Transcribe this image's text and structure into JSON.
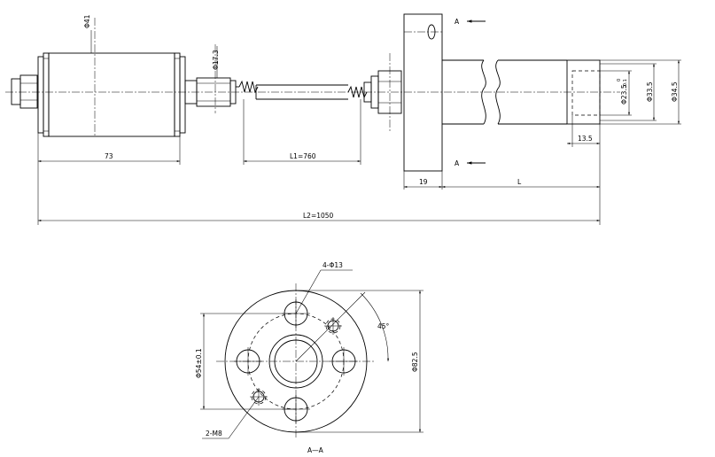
{
  "dimensions": {
    "dia_41": "Φ41",
    "dia_17_3": "Φ17.3",
    "len_73": "73",
    "len_l1": "L1=760",
    "len_19": "19",
    "len_l": "L",
    "len_l2": "L2=1050",
    "len_13_5": "13.5",
    "dia_23_5": "Φ23.5",
    "tol_upper": "0",
    "tol_lower": "-0.1",
    "dia_33_5": "Φ33.5",
    "dia_34_5": "Φ34.5"
  },
  "section_marks": {
    "top": "A",
    "bottom": "A",
    "view_label": "A—A"
  },
  "flange_view": {
    "holes_label": "4-Φ13",
    "angle_label": "45°",
    "pcd_label": "Φ54±0.1",
    "outer_dia_label": "Φ82.5",
    "threads_label": "2-M8"
  }
}
